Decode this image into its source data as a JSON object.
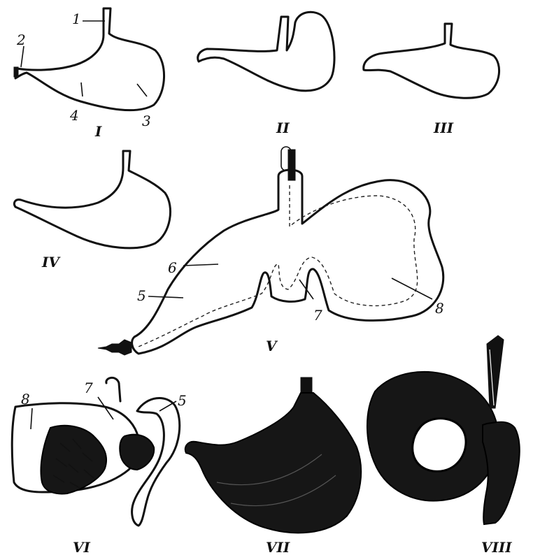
{
  "figures": [
    {
      "id": "I",
      "label": "I"
    },
    {
      "id": "II",
      "label": "II"
    },
    {
      "id": "III",
      "label": "III"
    },
    {
      "id": "IV",
      "label": "IV"
    },
    {
      "id": "V",
      "label": "V"
    },
    {
      "id": "VI",
      "label": "VI"
    },
    {
      "id": "VII",
      "label": "VII"
    },
    {
      "id": "VIII",
      "label": "VIII"
    }
  ],
  "callouts": {
    "fig1": [
      "1",
      "2",
      "3",
      "4"
    ],
    "fig5": [
      "5",
      "6",
      "7",
      "8"
    ],
    "fig6": [
      "5",
      "7",
      "8"
    ]
  },
  "colors": {
    "ink": "#111111",
    "paper": "#ffffff"
  }
}
